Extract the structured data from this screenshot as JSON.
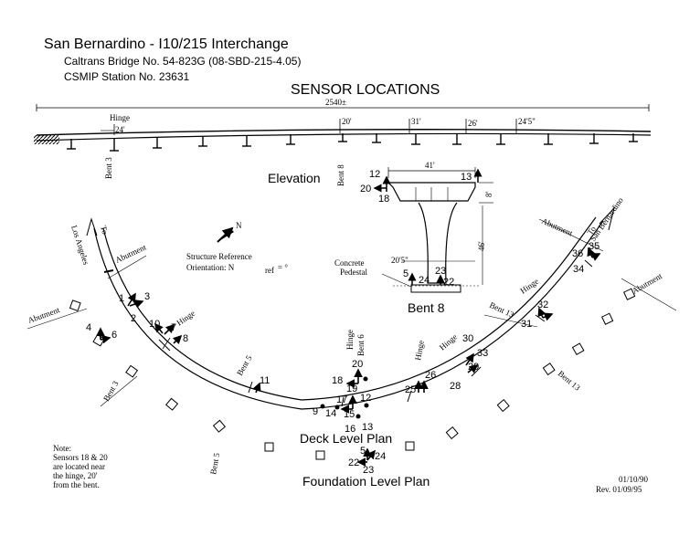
{
  "title": "San Bernardino - I10/215 Interchange",
  "subtitle1": "Caltrans Bridge No. 54-823G (08-SBD-215-4.05)",
  "subtitle2": "CSMIP Station No. 23631",
  "heading": "SENSOR LOCATIONS",
  "elevation": {
    "title": "Elevation",
    "total_length": "2540±",
    "hinge_label": "Hinge",
    "spans": [
      "24'",
      "20'",
      "31'",
      "26'",
      "24'5\""
    ],
    "bent3": "Bent 3",
    "bent8": "Bent 8"
  },
  "bent8_section": {
    "title": "Bent 8",
    "width": "41'",
    "depth": "8'",
    "height": "46'",
    "base": "20'5\"",
    "pedestal1": "Concrete",
    "pedestal2": "Pedestal",
    "sensors": [
      "12",
      "13",
      "20",
      "18",
      "5",
      "24",
      "23",
      "22"
    ]
  },
  "north": "N",
  "orientation1": "Structure Reference",
  "orientation2": "Orientation: N",
  "orientation_sub": "ref",
  "orientation_val": "= °",
  "plan": {
    "deck_title": "Deck Level Plan",
    "foundation_title": "Foundation Level Plan",
    "to_la1": "To",
    "to_la2": "Los Angeles",
    "to_sb1": "To",
    "to_sb2": "San Bernardino",
    "abutment": "Abutment",
    "hinge": "Hinge",
    "bent3": "Bent 3",
    "bent5": "Bent 5",
    "bent6": "Bent 6",
    "bent13": "Bent 13",
    "sensors": [
      "1",
      "2",
      "3",
      "4",
      "6",
      "7",
      "8",
      "10",
      "11",
      "9",
      "14",
      "15",
      "16",
      "17",
      "12",
      "13",
      "18",
      "19",
      "20",
      "25",
      "26",
      "28",
      "29",
      "30",
      "33",
      "31",
      "32",
      "34",
      "35",
      "36"
    ],
    "foundation_sensors": [
      "5",
      "24",
      "22",
      "23"
    ]
  },
  "note": [
    "Note:",
    "Sensors 18 & 20",
    "are located near",
    "the hinge, 20'",
    "from the bent."
  ],
  "date1": "01/10/90",
  "date2": "Rev. 01/09/95"
}
